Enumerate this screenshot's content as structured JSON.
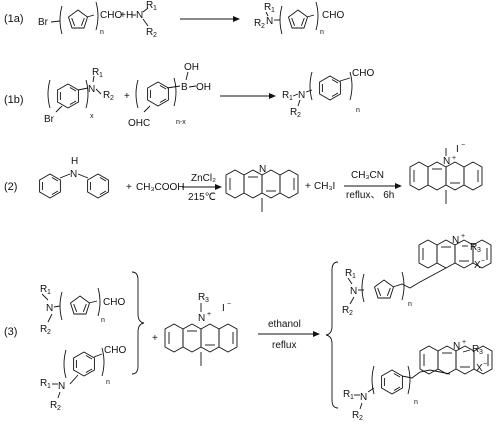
{
  "labels": {
    "eq1a": "(1a)",
    "eq1b": "(1b)",
    "eq2": "(2)",
    "eq3": "(3)"
  },
  "atoms": {
    "br": "Br",
    "n": "N",
    "h": "H",
    "b": "B",
    "oh": "OH",
    "o": "O",
    "cho": "CHO",
    "ohc": "OHC",
    "r1": "R",
    "r2": "R",
    "r3": "R",
    "plus": "+",
    "nplus": "+",
    "iodide": "I",
    "iminus": "−",
    "x_anion": "X",
    "xminus": "−"
  },
  "subscripts": {
    "one": "1",
    "two": "2",
    "three": "3",
    "n": "n",
    "x": "x",
    "nmx": "n-x"
  },
  "reagents": {
    "acetic": "CH₃COOH",
    "zncl": "ZnCl₂",
    "temp": "215℃",
    "mei": "CH₃I",
    "acn": "CH₃CN",
    "reflux_time": "reflux、 6h",
    "ethanol": "ethanol",
    "reflux": "reflux"
  }
}
